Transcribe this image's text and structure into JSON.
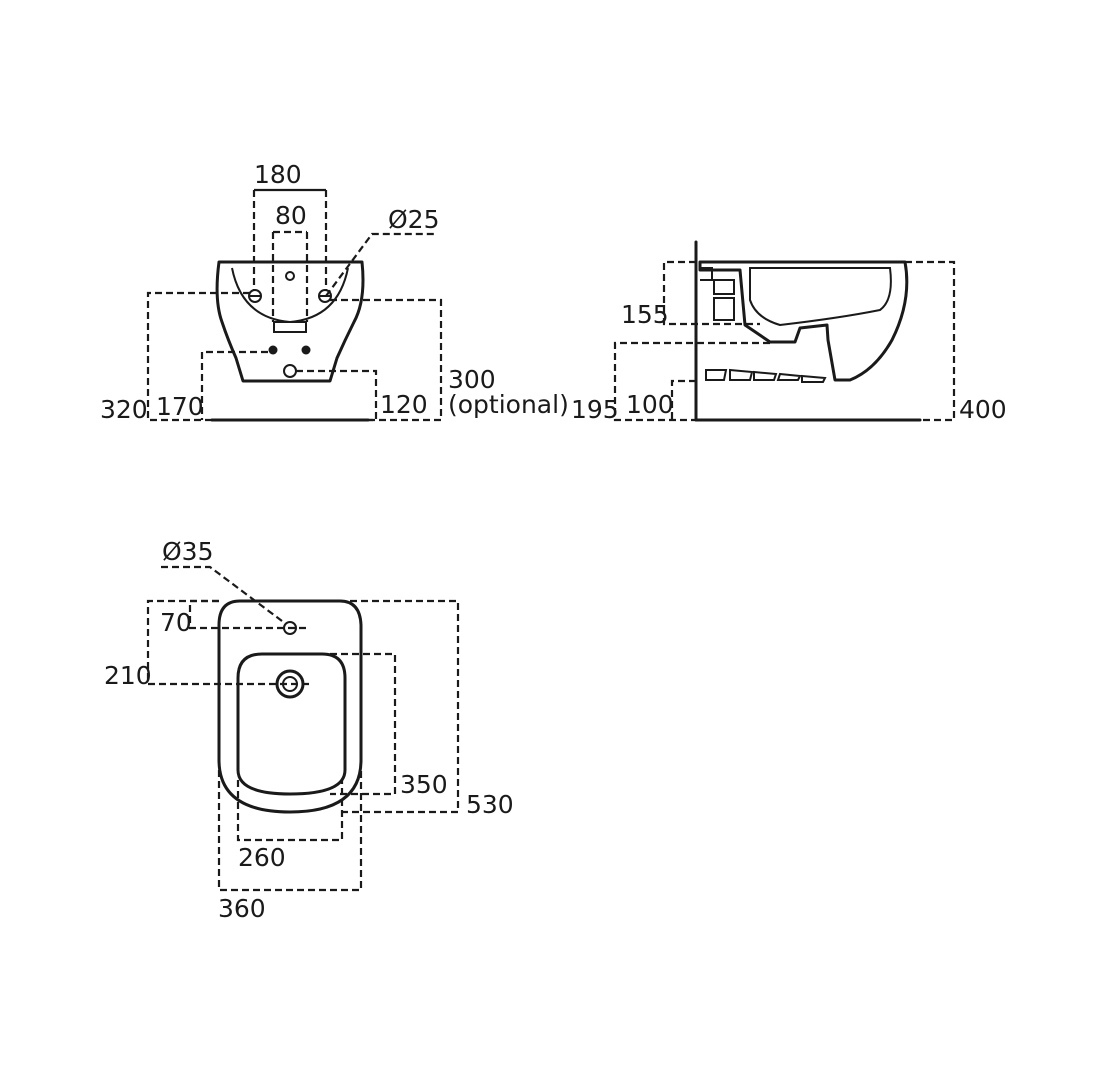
{
  "front_view": {
    "dims": {
      "w180": "180",
      "w80": "80",
      "dia25": "Ø25",
      "h320": "320",
      "h170": "170",
      "h120": "120",
      "h300": "300",
      "optional": "(optional)"
    }
  },
  "side_view": {
    "dims": {
      "h155": "155",
      "h195": "195",
      "h100": "100",
      "h400": "400"
    }
  },
  "top_view": {
    "dims": {
      "dia35": "Ø35",
      "d70": "70",
      "d210": "210",
      "d350": "350",
      "d530": "530",
      "w260": "260",
      "w360": "360"
    }
  }
}
